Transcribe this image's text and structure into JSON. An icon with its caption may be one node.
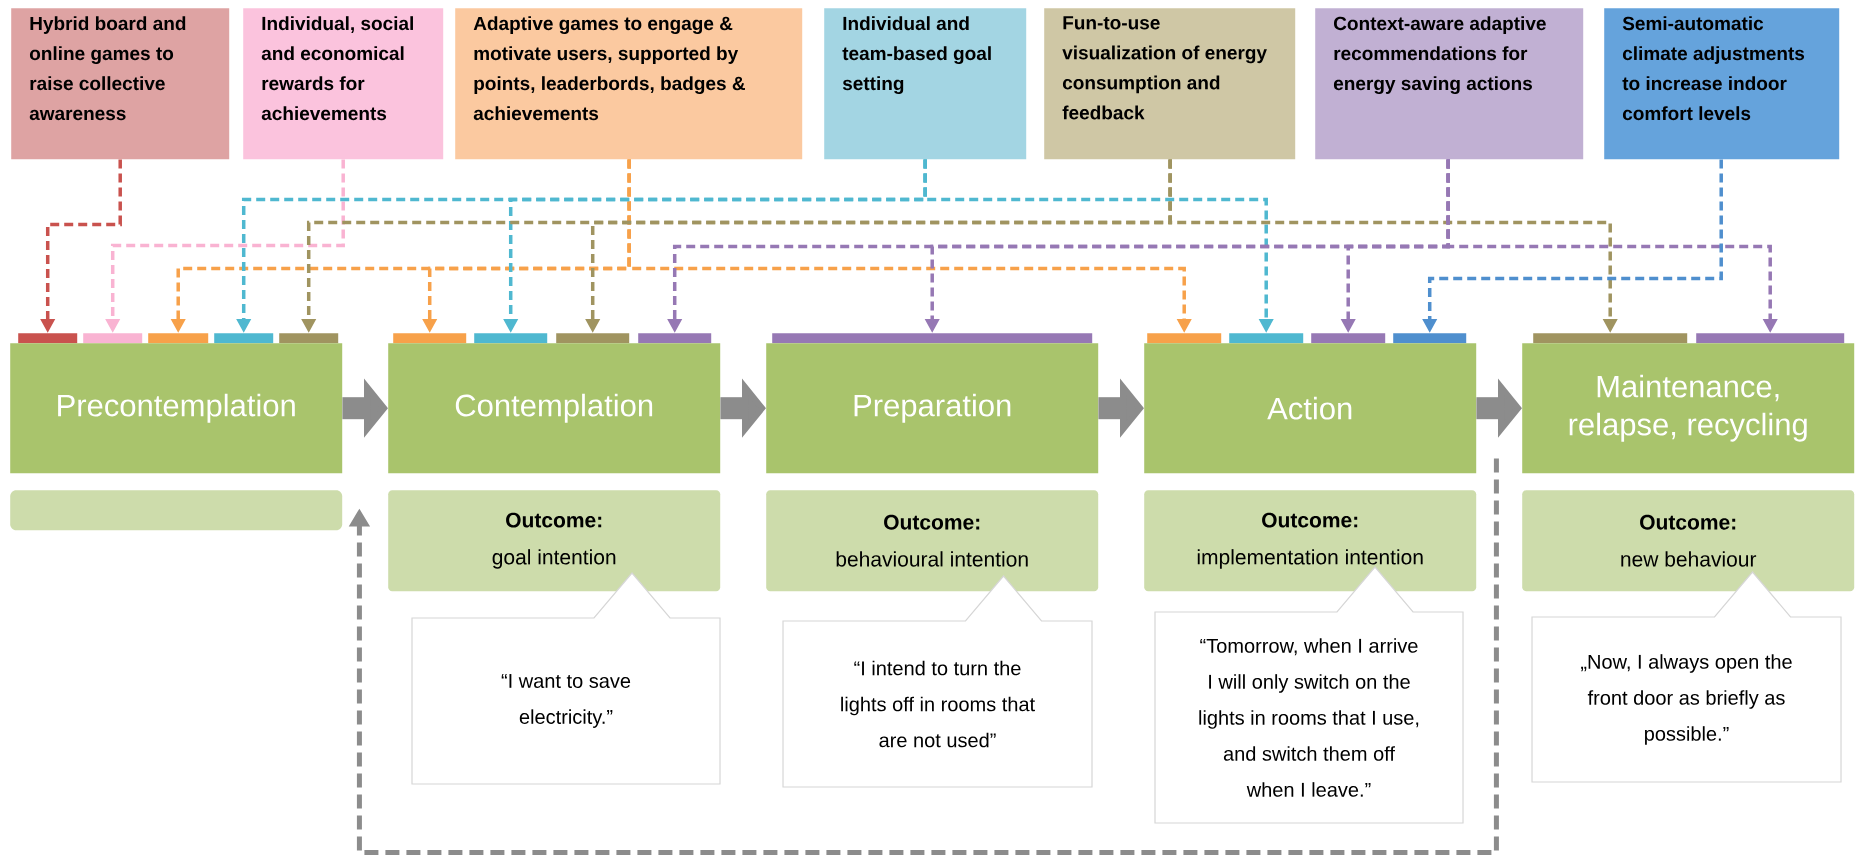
{
  "diagram": {
    "nodes": [
      {
        "text": [
          "Hybrid board and online games to raise collective awareness"
        ]
      },
      {
        "text": [
          "Individual, social and economical rewards for achievements"
        ]
      },
      {
        "text": [
          "Adaptive games to engage & motivate users, supported by points, leaderbords, badges & achievements"
        ]
      },
      {
        "text": [
          "Individual and team-based goal setting"
        ]
      },
      {
        "text": [
          "Fun-to-use visualization of energy consumption and feedback"
        ]
      },
      {
        "text": [
          "Context-aware adaptive recommendations for energy saving actions"
        ]
      },
      {
        "text": [
          "Semi-automatic climate adjustments to increase indoor comfort levels"
        ]
      },
      {
        "text": [],
        "shape": "bar"
      },
      {
        "text": [],
        "shape": "bar"
      },
      {
        "text": [],
        "shape": "bar"
      },
      {
        "text": [],
        "shape": "bar"
      },
      {
        "text": [],
        "shape": "bar"
      },
      {
        "text": [],
        "shape": "bar"
      },
      {
        "text": [],
        "shape": "bar"
      },
      {
        "text": [],
        "shape": "bar"
      },
      {
        "text": [],
        "shape": "bar"
      },
      {
        "text": [],
        "shape": "bar"
      },
      {
        "text": [],
        "shape": "bar"
      },
      {
        "text": [],
        "shape": "bar"
      },
      {
        "text": [],
        "shape": "bar"
      },
      {
        "text": [],
        "shape": "bar"
      },
      {
        "text": [],
        "shape": "bar"
      },
      {
        "text": [],
        "shape": "bar"
      },
      {
        "text": [
          "Precontemplation"
        ]
      },
      {
        "text": [
          "Contemplation"
        ]
      },
      {
        "text": [
          "Preparation"
        ]
      },
      {
        "text": [
          "Action"
        ]
      },
      {
        "text": [
          "Maintenance, relapse, recycling"
        ]
      },
      {
        "text": [],
        "shape": "box"
      },
      {
        "text": [
          "Outcome:",
          "goal intention"
        ]
      },
      {
        "text": [
          "Outcome:",
          "behavioural intention"
        ]
      },
      {
        "text": [
          "Outcome:",
          "implementation intention"
        ]
      },
      {
        "text": [
          "Outcome:",
          "new behaviour"
        ]
      },
      {
        "text": [
          "“I want to save electricity.”"
        ]
      },
      {
        "text": [
          "“I intend to turn the lights off in rooms that are not used”"
        ]
      },
      {
        "text": [
          "“Tomorrow, when I arrive I will only switch on the lights in rooms that I use, and switch them off when I leave.”"
        ]
      },
      {
        "text": [
          "„Now, I always open the front door as briefly as possible.”"
        ]
      }
    ],
    "edges": [
      {
        "from": 0,
        "to": 7,
        "arrow": "to",
        "style": "dashed",
        "color": "#c9524e"
      },
      {
        "from": 1,
        "to": 8,
        "arrow": "to",
        "style": "dashed",
        "color": "#f9b3d2"
      },
      {
        "from": 2,
        "to": 9,
        "arrow": "to",
        "style": "dashed",
        "color": "#f7a14a"
      },
      {
        "from": 2,
        "to": 12,
        "arrow": "to",
        "style": "dashed",
        "color": "#f7a14a"
      },
      {
        "from": 2,
        "to": 17,
        "arrow": "to",
        "style": "dashed",
        "color": "#f7a14a"
      },
      {
        "from": 3,
        "to": 10,
        "arrow": "to",
        "style": "dashed",
        "color": "#4fb8d0"
      },
      {
        "from": 3,
        "to": 13,
        "arrow": "to",
        "style": "dashed",
        "color": "#4fb8d0"
      },
      {
        "from": 3,
        "to": 18,
        "arrow": "to",
        "style": "dashed",
        "color": "#4fb8d0"
      },
      {
        "from": 4,
        "to": 11,
        "arrow": "to",
        "style": "dashed",
        "color": "#a09460"
      },
      {
        "from": 4,
        "to": 14,
        "arrow": "to",
        "style": "dashed",
        "color": "#a09460"
      },
      {
        "from": 4,
        "to": 21,
        "arrow": "to",
        "style": "dashed",
        "color": "#a09460"
      },
      {
        "from": 5,
        "to": 15,
        "arrow": "to",
        "style": "dashed",
        "color": "#9678b4"
      },
      {
        "from": 5,
        "to": 16,
        "arrow": "to",
        "style": "dashed",
        "color": "#9678b4"
      },
      {
        "from": 5,
        "to": 19,
        "arrow": "to",
        "style": "dashed",
        "color": "#9678b4"
      },
      {
        "from": 5,
        "to": 22,
        "arrow": "to",
        "style": "dashed",
        "color": "#9678b4"
      },
      {
        "from": 6,
        "to": 20,
        "arrow": "to",
        "style": "dashed",
        "color": "#4f8fce"
      },
      {
        "from": 23,
        "to": 24,
        "arrow": "to",
        "style": "thick",
        "color": "#8c8c8c"
      },
      {
        "from": 24,
        "to": 25,
        "arrow": "to",
        "style": "thick",
        "color": "#8c8c8c"
      },
      {
        "from": 25,
        "to": 26,
        "arrow": "to",
        "style": "thick",
        "color": "#8c8c8c"
      },
      {
        "from": 26,
        "to": 27,
        "arrow": "to",
        "style": "thick",
        "color": "#8c8c8c"
      },
      {
        "from": 26,
        "to": 28,
        "arrow": "to",
        "style": "dashed",
        "color": "#8c8c8c"
      }
    ]
  }
}
